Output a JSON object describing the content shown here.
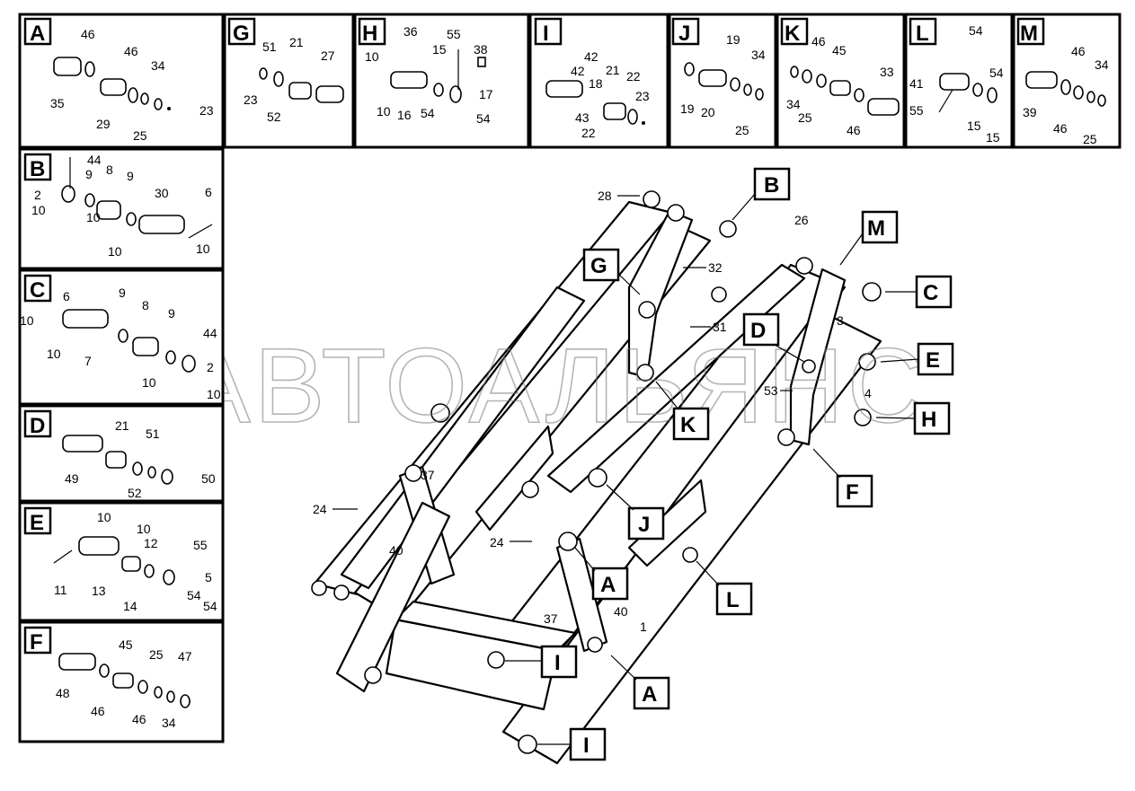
{
  "watermark": "АВТОАЛЬЯНС",
  "panels": {
    "A": {
      "letter": "A",
      "labels": [
        "46",
        "46",
        "34",
        "35",
        "29",
        "25",
        "23"
      ]
    },
    "G": {
      "letter": "G",
      "labels": [
        "51",
        "21",
        "27",
        "23",
        "52"
      ]
    },
    "H": {
      "letter": "H",
      "labels": [
        "36",
        "55",
        "15",
        "38",
        "10",
        "17",
        "10",
        "16",
        "54",
        "54"
      ]
    },
    "I": {
      "letter": "I",
      "labels": [
        "42",
        "42",
        "18",
        "21",
        "22",
        "23",
        "43",
        "22"
      ]
    },
    "J": {
      "letter": "J",
      "labels": [
        "19",
        "34",
        "19",
        "20",
        "25"
      ]
    },
    "K": {
      "letter": "K",
      "labels": [
        "46",
        "45",
        "33",
        "34",
        "25",
        "46"
      ]
    },
    "L": {
      "letter": "L",
      "labels": [
        "54",
        "54",
        "41",
        "55",
        "15",
        "15"
      ]
    },
    "M": {
      "letter": "M",
      "labels": [
        "46",
        "34",
        "39",
        "46",
        "25"
      ]
    },
    "B": {
      "letter": "B",
      "labels": [
        "44",
        "9",
        "8",
        "9",
        "30",
        "6",
        "2",
        "10",
        "10",
        "10",
        "10"
      ]
    },
    "C": {
      "letter": "C",
      "labels": [
        "6",
        "9",
        "8",
        "9",
        "44",
        "10",
        "10",
        "7",
        "2",
        "10",
        "10"
      ]
    },
    "D": {
      "letter": "D",
      "labels": [
        "21",
        "51",
        "49",
        "52",
        "50"
      ]
    },
    "E": {
      "letter": "E",
      "labels": [
        "10",
        "10",
        "12",
        "55",
        "11",
        "13",
        "14",
        "5",
        "54",
        "54"
      ]
    },
    "F": {
      "letter": "F",
      "labels": [
        "45",
        "25",
        "47",
        "48",
        "46",
        "46",
        "34"
      ]
    }
  },
  "main": {
    "callouts": [
      "B",
      "G",
      "M",
      "C",
      "D",
      "E",
      "H",
      "K",
      "F",
      "J",
      "A",
      "L",
      "I",
      "A",
      "I"
    ],
    "part_labels": [
      "28",
      "32",
      "26",
      "31",
      "3",
      "53",
      "4",
      "24",
      "37",
      "40",
      "24",
      "37",
      "40",
      "1"
    ]
  }
}
